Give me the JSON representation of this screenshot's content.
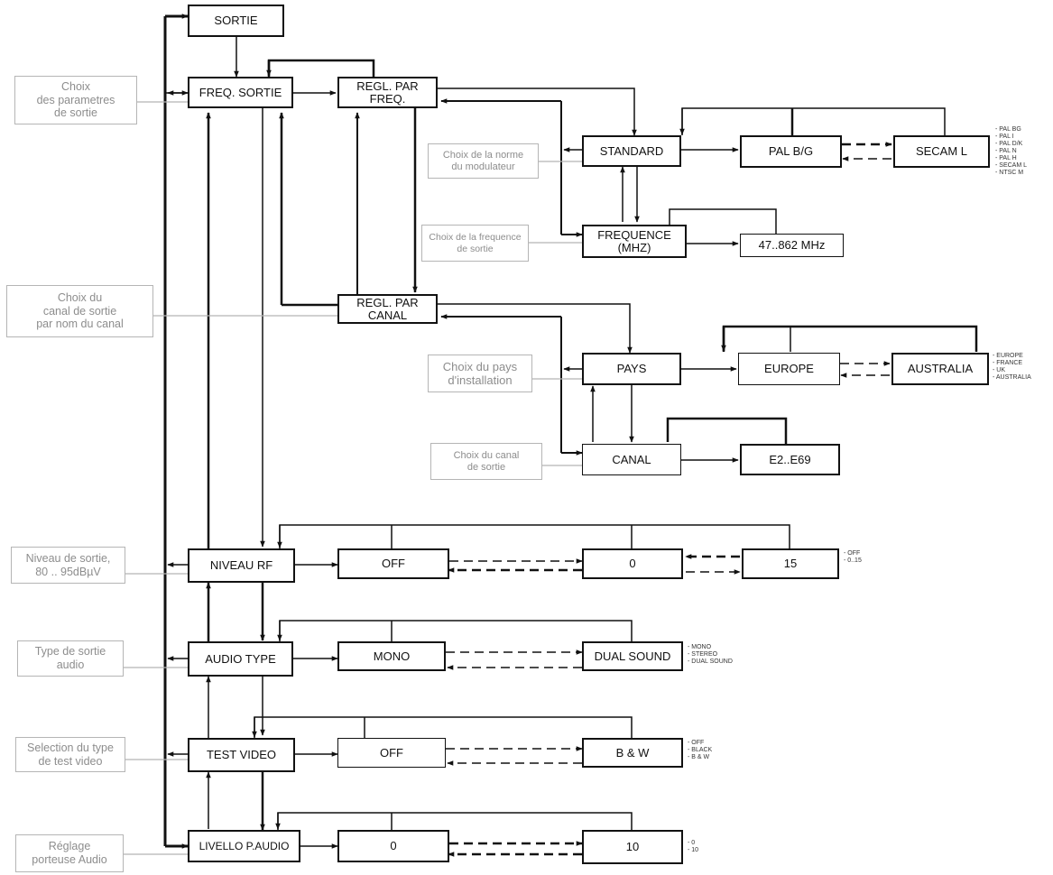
{
  "nodes": {
    "sortie": "SORTIE",
    "freq_sortie": "FREQ. SORTIE",
    "regl_freq": "REGL. PAR\nFREQ.",
    "standard": "STANDARD",
    "pal_bg": "PAL B/G",
    "secam_l": "SECAM L",
    "frequence": "FREQUENCE\n(MHZ)",
    "mhz_range": "47..862  MHz",
    "regl_canal": "REGL. PAR\nCANAL",
    "pays": "PAYS",
    "europe": "EUROPE",
    "australia": "AUSTRALIA",
    "canal": "CANAL",
    "e2_e69": "E2..E69",
    "niveau_rf": "NIVEAU RF",
    "rf_off": "OFF",
    "rf_0": "0",
    "rf_15": "15",
    "audio_type": "AUDIO TYPE",
    "mono": "MONO",
    "dual_sound": "DUAL SOUND",
    "test_video": "TEST VIDEO",
    "tv_off": "OFF",
    "bw": "B & W",
    "livello": "LIVELLO P.AUDIO",
    "lv_0": "0",
    "lv_10": "10"
  },
  "notes": {
    "params_sortie": "Choix\ndes parametres\nde sortie",
    "norme": "Choix de la norme\ndu modulateur",
    "frequence": "Choix de la frequence\nde sortie",
    "canal_nom": "Choix du\ncanal de sortie\npar nom du canal",
    "pays": "Choix du pays\nd'installation",
    "canal": "Choix du canal\nde sortie",
    "niveau": "Niveau de sortie,\n80 .. 95dBµV",
    "audio": "Type de sortie\naudio",
    "test": "Selection du type\nde test video",
    "reglage": "Réglage\nporteuse Audio"
  },
  "option_lists": {
    "standard": "- PAL BG\n- PAL I\n- PAL D/K\n- PAL N\n- PAL H\n- SECAM L\n- NTSC M",
    "pays": "- EUROPE\n- FRANCE\n- UK\n- AUSTRALIA",
    "niveau": "- OFF\n- 0..15",
    "audio": "- MONO\n- STEREO\n- DUAL SOUND",
    "test": "- OFF\n- BLACK\n- B & W",
    "livello": "- 0\n- 10"
  },
  "colors": {
    "line": "#111111",
    "note_border": "#b5b5b5",
    "note_text": "#8d8d8d"
  }
}
